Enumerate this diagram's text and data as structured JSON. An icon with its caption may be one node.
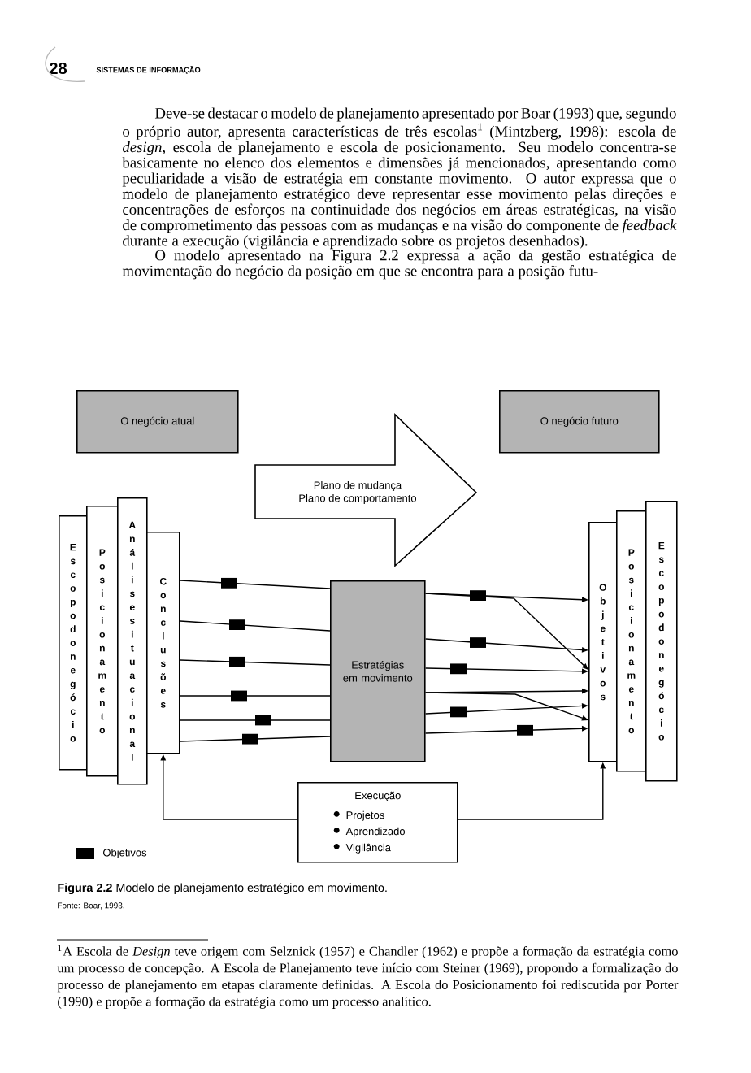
{
  "diagram": {
    "caption": "**Figura 2.2** Modelo de planejamento estratégico em movimento.",
    "nodes": [
      {
        "text": [
          "O negócio atual"
        ]
      },
      {
        "text": [
          "O negócio futuro"
        ]
      },
      {
        "text": [
          "Plano de mudança",
          "Plano de comportamento"
        ]
      },
      {
        "text": [
          "Escopo do negócio"
        ]
      },
      {
        "text": [
          "Posicionamento"
        ]
      },
      {
        "text": [
          "Análise situacional"
        ]
      },
      {
        "text": [
          "Conclusões"
        ]
      },
      {
        "text": [
          "Estratégias em movimento"
        ]
      },
      {
        "text": [
          "Objetivos"
        ]
      },
      {
        "text": [
          "Posicionamento"
        ]
      },
      {
        "text": [
          "Escopo do negócio"
        ]
      },
      {
        "text": [
          "Execução",
          "Projetos",
          "Aprendizado",
          "Vigilância"
        ]
      }
    ],
    "edges": [
      {
        "from": 6,
        "to": 7,
        "arrow": "none"
      },
      {
        "from": 6,
        "to": 7,
        "arrow": "none"
      },
      {
        "from": 6,
        "to": 7,
        "arrow": "none"
      },
      {
        "from": 6,
        "to": 7,
        "arrow": "none"
      },
      {
        "from": 6,
        "to": 7,
        "arrow": "none"
      },
      {
        "from": 6,
        "to": 7,
        "arrow": "none"
      },
      {
        "from": 7,
        "to": 8,
        "arrow": "to"
      },
      {
        "from": 7,
        "to": 8,
        "arrow": "to"
      },
      {
        "from": 7,
        "to": 8,
        "arrow": "to"
      },
      {
        "from": 7,
        "to": 8,
        "arrow": "to"
      },
      {
        "from": 7,
        "to": 8,
        "arrow": "to"
      },
      {
        "from": 7,
        "to": 8,
        "arrow": "to"
      },
      {
        "from": 7,
        "to": 8,
        "arrow": "to"
      },
      {
        "from": 7,
        "to": 8,
        "arrow": "to"
      },
      {
        "from": 11,
        "to": 6,
        "arrow": "to"
      },
      {
        "from": 11,
        "to": 8,
        "arrow": "to"
      }
    ],
    "labels": [
      "28",
      "SISTEMAS DE INFORMAÇÃO",
      "Deve-se destacar o modelo de planejamento apresentado por Boar (1993) que, segundo o próprio autor, apresenta características de três escolas$^{1}$ (Mintzberg, 1998): escola de *design*, escola de planejamento e escola de posicionamento. Seu modelo concentra-se basicamente no elenco dos elementos e dimensões já mencionados, apresentando como peculiaridade a visão de estratégia em constante movimento. O autor expressa que o modelo de planejamento estratégico deve representar esse movimento pelas direções e concentrações de esforços na continuidade dos negócios em áreas estratégicas, na visão de comprometimento das pessoas com as mudanças e na visão do componente de *feedback* durante a execução (vigilância e aprendizado sobre os projetos desenhados).",
      "O modelo apresentado na Figura 2.2 expressa a ação da gestão estratégica de movimentação do negócio da posição em que se encontra para a posição futu-",
      "Fonte: Boar, 1993.",
      "$^{1}$A Escola de *Design* teve origem com Selznick (1957) e Chandler (1962) e propõe a formação da estratégia como um processo de concepção. A Escola de Planejamento teve início com Steiner (1969), propondo a formalização do processo de planejamento em etapas claramente definidas. A Escola do Posicionamento foi rediscutida por Porter (1990) e propõe a formação da estratégia como um processo analítico."
    ],
    "legend": [
      {
        "text": "Objetivos",
        "color": "#000000"
      }
    ]
  }
}
